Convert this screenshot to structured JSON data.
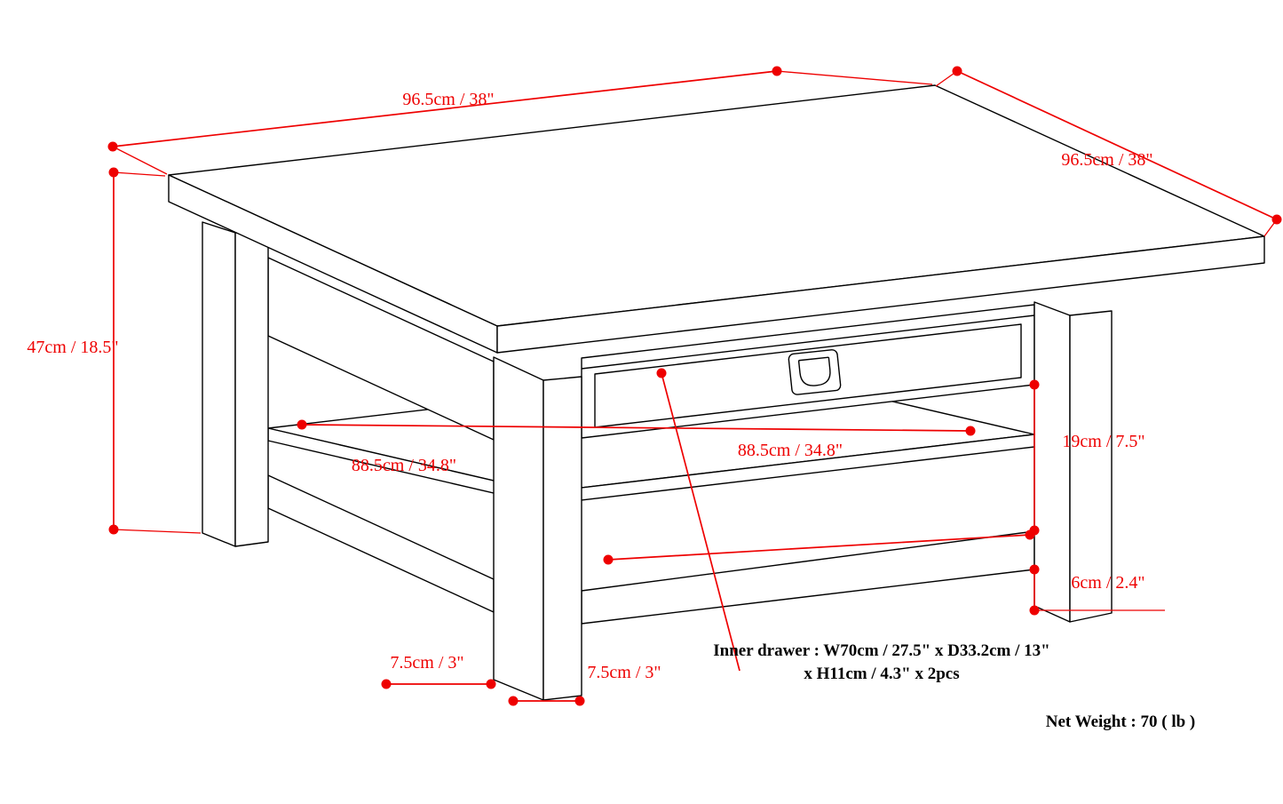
{
  "dims": {
    "top_left": {
      "label": "96.5cm / 38\""
    },
    "top_right": {
      "label": "96.5cm / 38\""
    },
    "height": {
      "label": "47cm / 18.5\""
    },
    "shelf_left": {
      "label": "88.5cm / 34.8\""
    },
    "shelf_right": {
      "label": "88.5cm / 34.8\""
    },
    "apron_to_rail": {
      "label": "19cm / 7.5\""
    },
    "rail_clearance": {
      "label": "6cm / 2.4\""
    },
    "leg_left": {
      "label": "7.5cm / 3\""
    },
    "leg_right": {
      "label": "7.5cm / 3\""
    }
  },
  "notes": {
    "inner_drawer_line1": "Inner drawer : W70cm / 27.5\" x D33.2cm / 13\"",
    "inner_drawer_line2": "x H11cm / 4.3\" x 2pcs",
    "net_weight": "Net Weight : 70 ( lb )"
  },
  "colors": {
    "dimension_red": "#ee0000",
    "line_black": "#000000",
    "background": "#ffffff"
  }
}
